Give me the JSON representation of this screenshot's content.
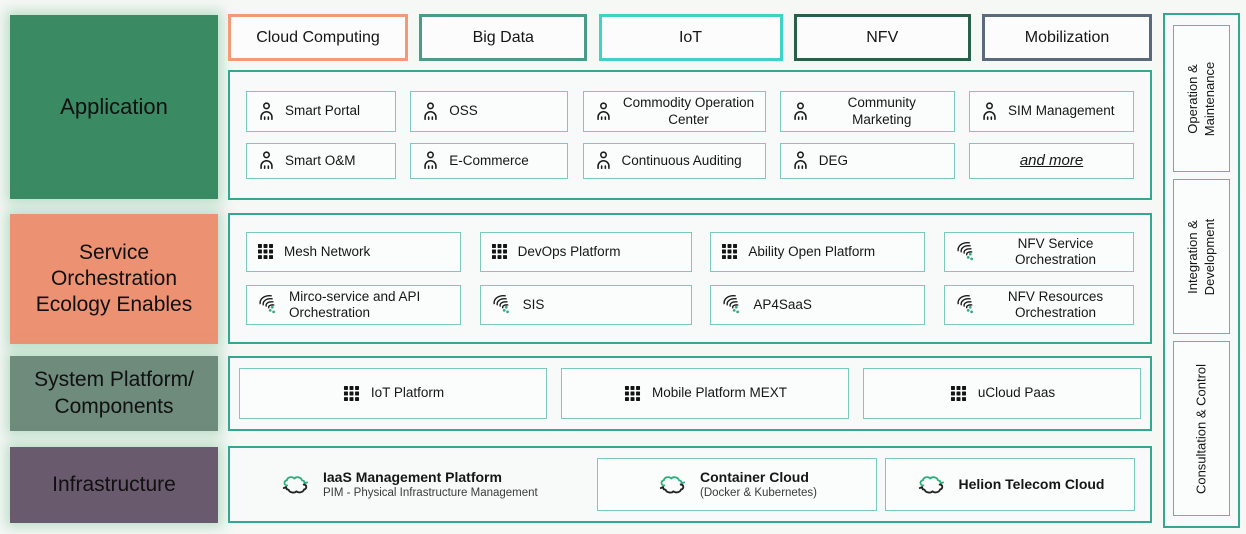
{
  "colors": {
    "panel-border": "#35a791",
    "item-border": "#7ccabb",
    "right-inner-border": "#5cb9a5",
    "icon-green": "#2fae7d",
    "bg": "#f6f8f6",
    "box-bg": "#fbfdfc"
  },
  "left_sections": [
    {
      "label": "Application",
      "css": "background:#3a8a64"
    },
    {
      "label": "Service Orchestration Ecology Enables",
      "css": "background:#ec9273"
    },
    {
      "label": "System Platform/ Components",
      "css": "background:#6e8b7c"
    },
    {
      "label": "Infrastructure",
      "css": "background:#6a5a6e"
    }
  ],
  "top_categories": [
    {
      "label": "Cloud Computing",
      "css": "border-color:#f09a76"
    },
    {
      "label": "Big Data",
      "css": "border-color:#4a9b88"
    },
    {
      "label": "IoT",
      "css": "border-color:#3ed3c4"
    },
    {
      "label": "NFV",
      "css": "border-color:#2a5f4b"
    },
    {
      "label": "Mobilization",
      "css": "border-color:#5a6a7a"
    }
  ],
  "application": {
    "rows": [
      [
        {
          "icon": "person-icon",
          "label": "Smart Portal"
        },
        {
          "icon": "person-icon",
          "label": "OSS"
        },
        {
          "icon": "person-icon",
          "label": "Commodity Operation Center"
        },
        {
          "icon": "person-icon",
          "label": "Community Marketing"
        },
        {
          "icon": "person-icon",
          "label": "SIM Management"
        }
      ],
      [
        {
          "icon": "person-icon",
          "label": "Smart O&M"
        },
        {
          "icon": "person-icon",
          "label": "E-Commerce"
        },
        {
          "icon": "person-icon",
          "label": "Continuous Auditing"
        },
        {
          "icon": "person-icon",
          "label": "DEG"
        },
        {
          "icon": "none",
          "label": "and more"
        }
      ]
    ]
  },
  "service": {
    "rows": [
      [
        {
          "icon": "grid-icon",
          "label": "Mesh Network"
        },
        {
          "icon": "grid-icon",
          "label": "DevOps Platform"
        },
        {
          "icon": "grid-icon",
          "label": "Ability Open Platform"
        },
        {
          "icon": "swirl-icon",
          "label": "NFV Service Orchestration"
        }
      ],
      [
        {
          "icon": "swirl-icon",
          "label": "Mirco-service and API Orchestration"
        },
        {
          "icon": "swirl-icon",
          "label": "SIS"
        },
        {
          "icon": "swirl-icon",
          "label": "AP4SaaS"
        },
        {
          "icon": "swirl-icon",
          "label": "NFV Resources Orchestration"
        }
      ]
    ]
  },
  "system": {
    "items": [
      {
        "icon": "grid-icon",
        "label": "IoT Platform"
      },
      {
        "icon": "grid-icon",
        "label": "Mobile Platform MEXT"
      },
      {
        "icon": "grid-icon",
        "label": "uCloud Paas"
      }
    ]
  },
  "infrastructure": {
    "items": [
      {
        "icon": "cloud-sync-icon",
        "label": "IaaS Management Platform",
        "sublabel": "PIM - Physical Infrastructure Management"
      },
      {
        "icon": "cloud-sync-icon",
        "label": "Container Cloud",
        "sublabel": "(Docker & Kubernetes)"
      },
      {
        "icon": "cloud-sync-icon",
        "label": "Helion Telecom Cloud"
      }
    ]
  },
  "right_panel": {
    "items": [
      {
        "label": "Operation & Maintenance"
      },
      {
        "label": "Integration & Development"
      },
      {
        "label": "Consultation & Control"
      }
    ]
  }
}
